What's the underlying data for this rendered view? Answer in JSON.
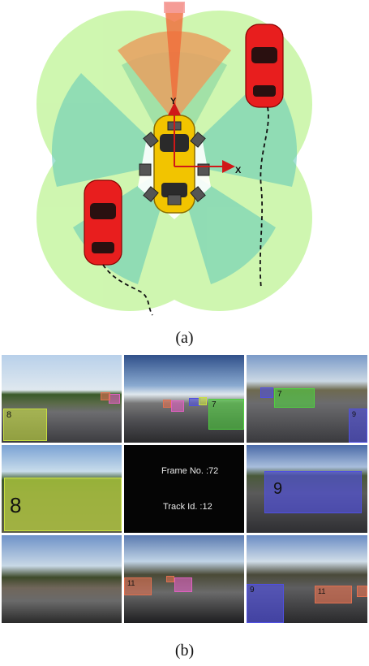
{
  "captions": {
    "a": "(a)",
    "b": "(b)"
  },
  "axes": {
    "x": "X",
    "y": "Y"
  },
  "info": {
    "frame": "Frame No. :72",
    "track": "Track Id. :12"
  },
  "colors": {
    "coverage_green": "#a8f070",
    "overlap_teal": "#5ec8b8",
    "front_cam_orange": "#e8a060",
    "ego_car": "#f2c400",
    "other_car": "#e81e1e",
    "box_yellow": "#c8e040",
    "box_green": "#50d040",
    "box_blue": "#5050e0",
    "box_pink": "#e060c0",
    "box_orange": "#e07050"
  },
  "track_labels": {
    "c1": "8",
    "c2": "7",
    "c3": "7",
    "c3b": "9",
    "c4": "8",
    "c6": "9",
    "c8": "11",
    "c9a": "9",
    "c9b": "11"
  }
}
